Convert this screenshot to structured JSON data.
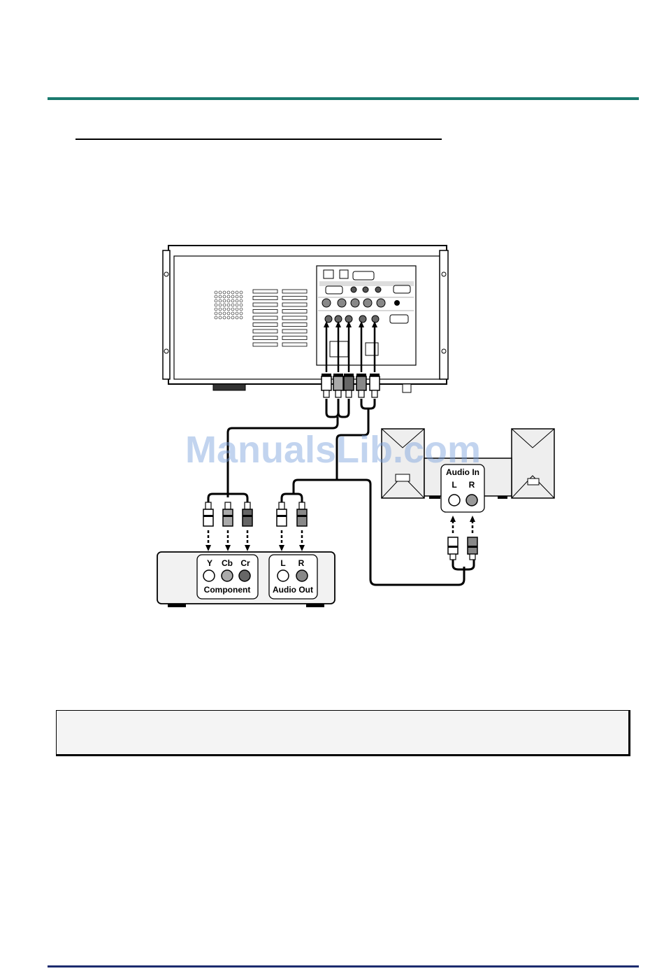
{
  "component_panel": {
    "ports": [
      "Y",
      "Cb",
      "Cr"
    ],
    "caption": "Component"
  },
  "audio_out_panel": {
    "ports": [
      "L",
      "R"
    ],
    "caption": "Audio Out"
  },
  "audio_in_panel": {
    "title": "Audio In",
    "ports": [
      "L",
      "R"
    ]
  },
  "watermark": "ManualsLib.com",
  "colors": {
    "top_rule": "#1a7a6e",
    "bottom_rule": "#1c2b6e"
  }
}
